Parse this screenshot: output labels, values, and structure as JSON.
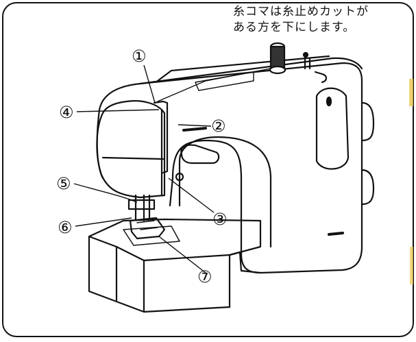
{
  "note": {
    "line1": "糸コマは糸止めカットが",
    "line2": "ある方を下にします。"
  },
  "callouts": [
    {
      "id": "1",
      "label": "①"
    },
    {
      "id": "2",
      "label": "②"
    },
    {
      "id": "3",
      "label": "③"
    },
    {
      "id": "4",
      "label": "④"
    },
    {
      "id": "5",
      "label": "⑤"
    },
    {
      "id": "6",
      "label": "⑥"
    },
    {
      "id": "7",
      "label": "⑦"
    }
  ]
}
